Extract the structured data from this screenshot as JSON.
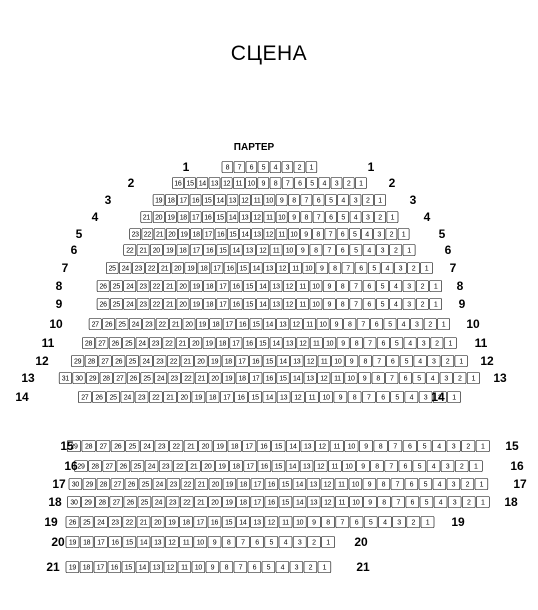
{
  "stage_label": "СЦЕНА",
  "section_label": "ПАРТЕР",
  "rows": [
    {
      "row": 1,
      "seats": 8,
      "left_label": "1",
      "right_label": "1"
    },
    {
      "row": 2,
      "seats": 16,
      "left_label": "2",
      "right_label": "2"
    },
    {
      "row": 3,
      "seats": 19,
      "left_label": "3",
      "right_label": "3"
    },
    {
      "row": 4,
      "seats": 21,
      "left_label": "4",
      "right_label": "4"
    },
    {
      "row": 5,
      "seats": 23,
      "left_label": "5",
      "right_label": "5"
    },
    {
      "row": 6,
      "seats": 22,
      "left_label": "6",
      "right_label": "6"
    },
    {
      "row": 7,
      "seats": 25,
      "left_label": "7",
      "right_label": "7"
    },
    {
      "row": 8,
      "seats": 26,
      "left_label": "8",
      "right_label": "8"
    },
    {
      "row": 9,
      "seats": 26,
      "left_label": "9",
      "right_label": "9"
    },
    {
      "row": 10,
      "seats": 27,
      "left_label": "10",
      "right_label": "10"
    },
    {
      "row": 11,
      "seats": 28,
      "left_label": "11",
      "right_label": "11"
    },
    {
      "row": 12,
      "seats": 29,
      "left_label": "12",
      "right_label": "12"
    },
    {
      "row": 13,
      "seats": 31,
      "left_label": "13",
      "right_label": "13"
    },
    {
      "row": 14,
      "seats": 27,
      "left_label": "14",
      "right_label": "14"
    },
    {
      "row": 15,
      "seats": 29,
      "left_label": "15",
      "right_label": "15"
    },
    {
      "row": 16,
      "seats": 29,
      "left_label": "16",
      "right_label": "16"
    },
    {
      "row": 17,
      "seats": 30,
      "left_label": "17",
      "right_label": "17"
    },
    {
      "row": 18,
      "seats": 30,
      "left_label": "18",
      "right_label": "18"
    },
    {
      "row": 19,
      "seats": 26,
      "left_label": "19",
      "right_label": "19"
    },
    {
      "row": 20,
      "seats": 19,
      "left_label": "20",
      "right_label": "20"
    },
    {
      "row": 21,
      "seats": 19,
      "left_label": "21",
      "right_label": "21"
    }
  ],
  "seat_order": "descending-left-to-right",
  "colors": {
    "seat_stroke": "#000000",
    "seat_fill": "#ffffff",
    "text": "#000000",
    "background": "#ffffff"
  }
}
